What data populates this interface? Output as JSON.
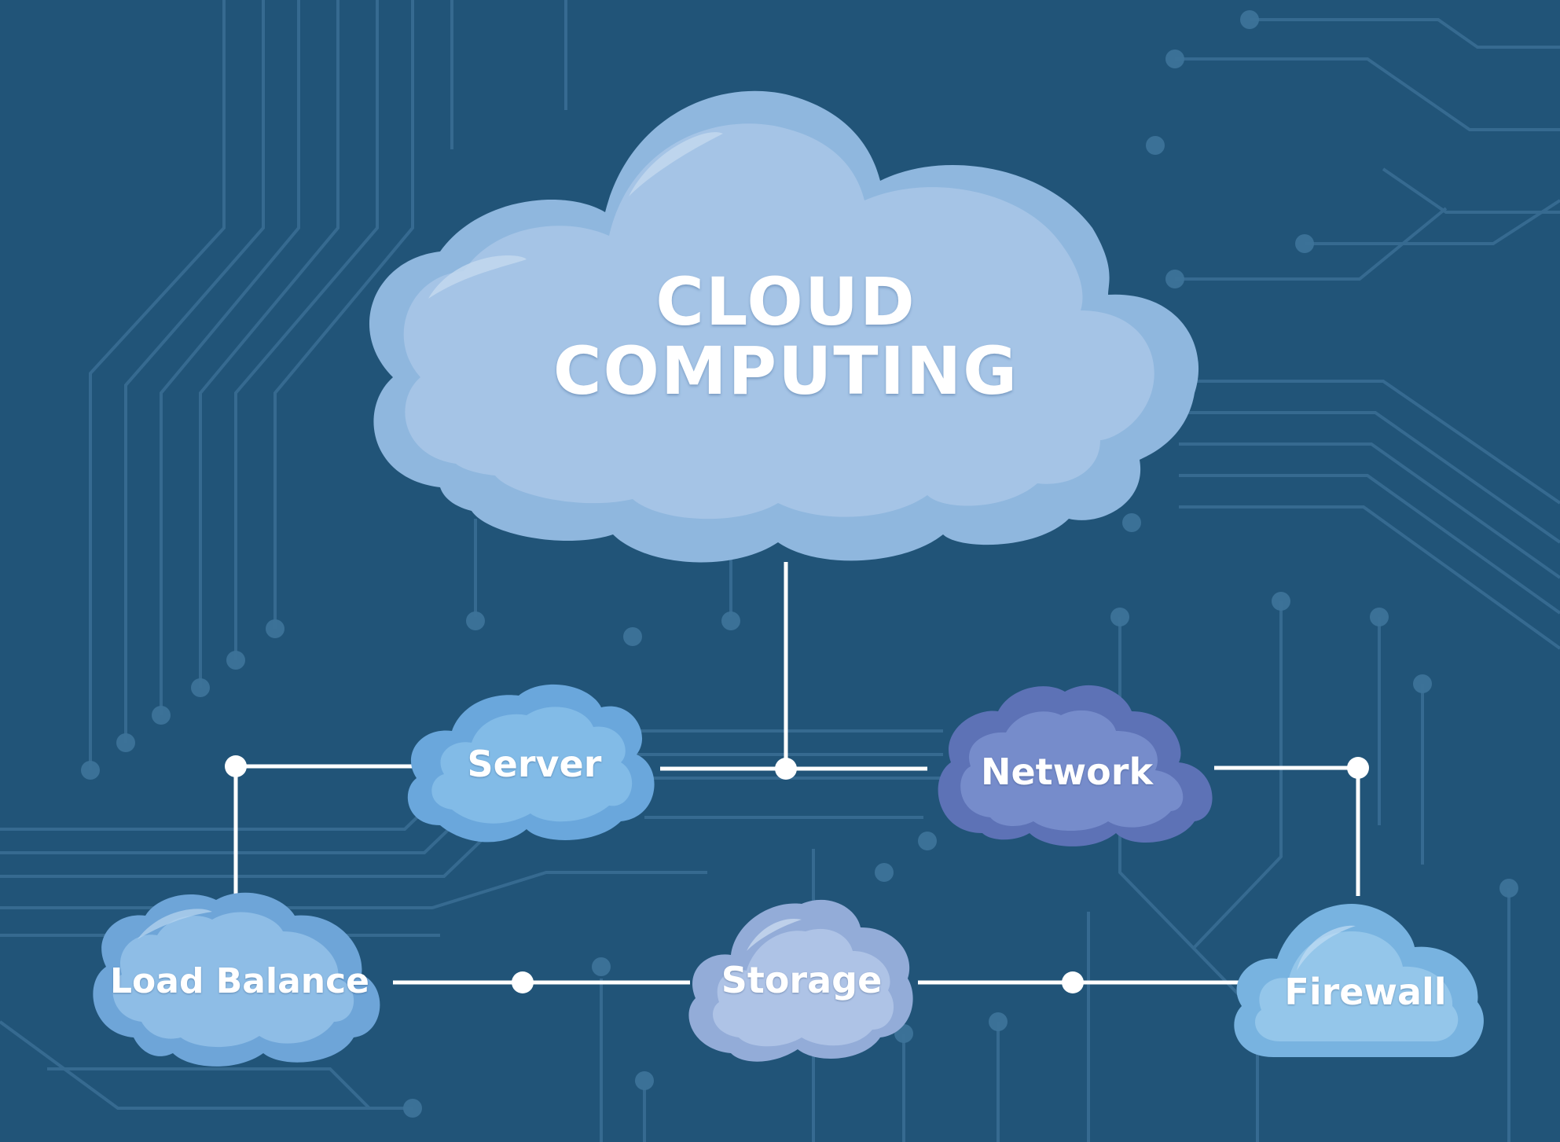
{
  "title": {
    "line1": "CLOUD",
    "line2": "COMPUTING"
  },
  "nodes": {
    "server": "Server",
    "network": "Network",
    "load_balance": "Load Balance",
    "storage": "Storage",
    "firewall": "Firewall"
  },
  "colors": {
    "background": "#215478",
    "circuit": "#3a6e95",
    "main_cloud": "#9cc0e3",
    "server_cloud": "#79b4e3",
    "network_cloud": "#6f86c4",
    "load_balance_cloud": "#7fb0de",
    "storage_cloud": "#a6bde0",
    "firewall_cloud": "#86bde4",
    "connector": "#ffffff"
  }
}
